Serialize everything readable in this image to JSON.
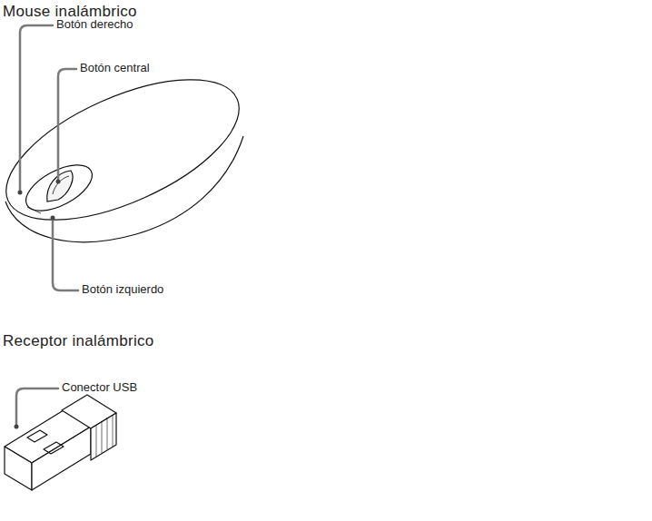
{
  "diagram": {
    "labels": [
      "Mouse inalámbrico",
      "Botón derecho",
      "Botón central",
      "Botón izquierdo",
      "Receptor inalámbrico",
      "Conector USB"
    ]
  }
}
